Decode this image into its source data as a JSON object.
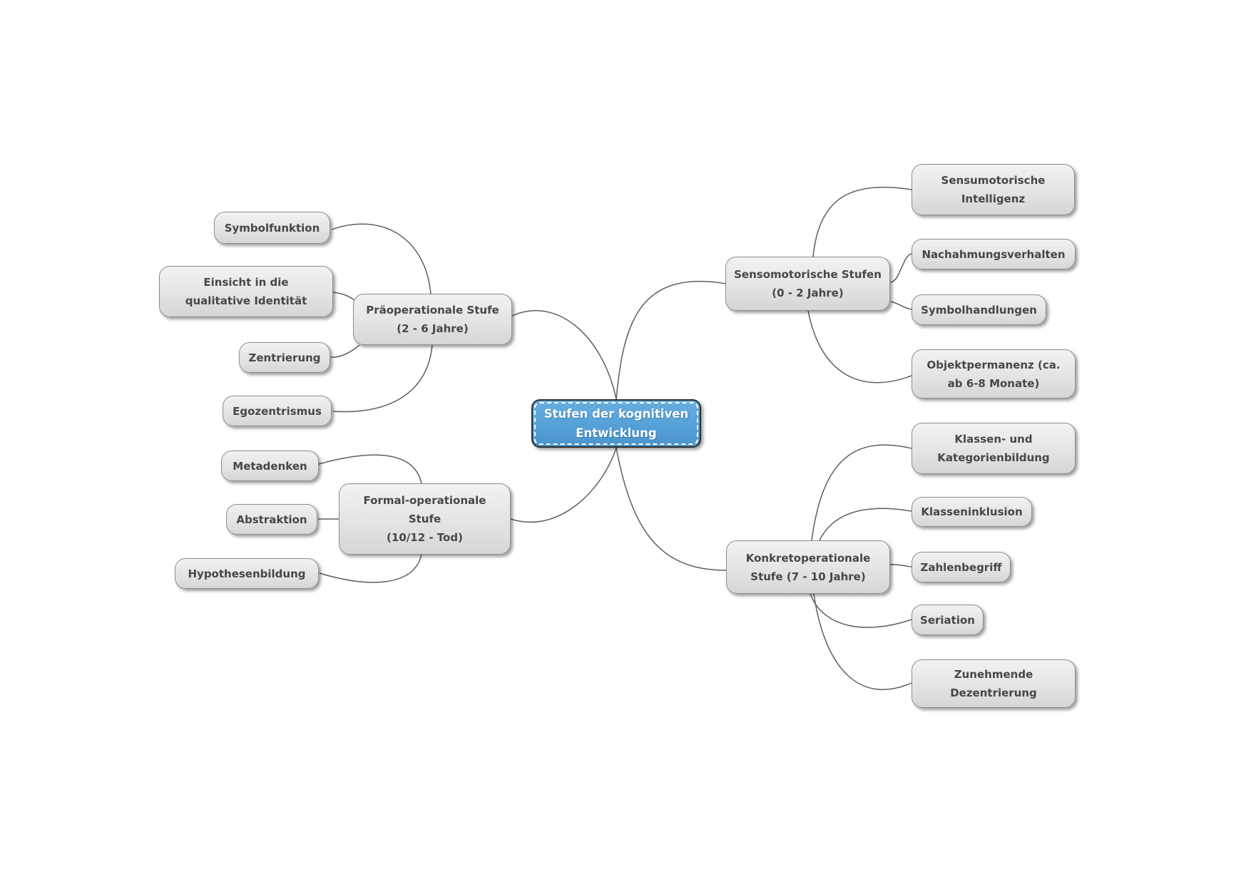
{
  "map": {
    "root": {
      "label": "Stufen der kognitiven\nEntwicklung"
    },
    "branches": [
      {
        "label": "Sensomotorische Stufen\n(0 - 2 Jahre)",
        "children": [
          {
            "label": "Sensumotorische\nIntelligenz"
          },
          {
            "label": "Nachahmungsverhalten"
          },
          {
            "label": "Symbolhandlungen"
          },
          {
            "label": "Objektpermanenz (ca.\nab 6-8 Monate)"
          }
        ]
      },
      {
        "label": "Präoperationale Stufe\n(2 - 6 Jahre)",
        "children": [
          {
            "label": "Symbolfunktion"
          },
          {
            "label": "Einsicht in die\nqualitative Identität"
          },
          {
            "label": "Zentrierung"
          },
          {
            "label": "Egozentrismus"
          }
        ]
      },
      {
        "label": "Konkretoperationale\nStufe (7 - 10 Jahre)",
        "children": [
          {
            "label": "Klassen- und\nKategorienbildung"
          },
          {
            "label": "Klasseninklusion"
          },
          {
            "label": "Zahlenbegriff"
          },
          {
            "label": "Seriation"
          },
          {
            "label": "Zunehmende\nDezentrierung"
          }
        ]
      },
      {
        "label": "Formal-operationale\nStufe\n(10/12 - Tod)",
        "children": [
          {
            "label": "Metadenken"
          },
          {
            "label": "Abstraktion"
          },
          {
            "label": "Hypothesenbildung"
          }
        ]
      }
    ],
    "colors": {
      "root_fill": "#55a0d6",
      "root_border": "#2d2d2d",
      "root_dash": "#ffffff",
      "root_text": "#ffffff",
      "node_fill_top": "#f2f2f2",
      "node_fill_bottom": "#d6d6d6",
      "node_border": "#8e8e8e",
      "node_text": "#474747",
      "connector": "#5f5f5f",
      "background": "#ffffff"
    }
  }
}
